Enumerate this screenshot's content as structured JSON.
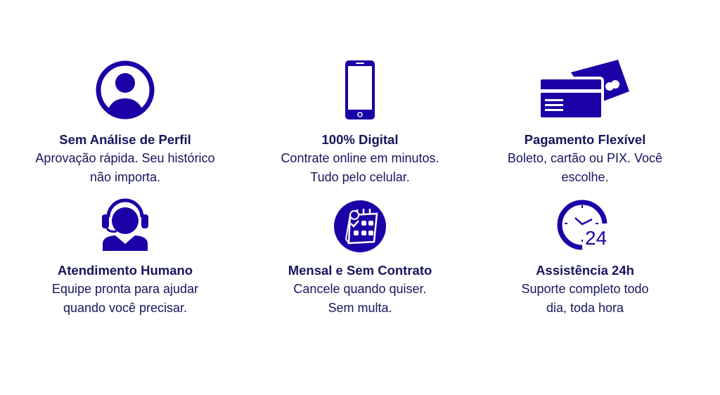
{
  "brand_color": "#1a00a6",
  "text_color": "#17155e",
  "features": [
    {
      "icon": "user-profile-icon",
      "title": "Sem Análise de Perfil",
      "lines": [
        "Aprovação rápida. Seu histórico",
        "não importa."
      ]
    },
    {
      "icon": "smartphone-icon",
      "title": "100% Digital",
      "lines": [
        "Contrate online em minutos.",
        "Tudo pelo celular."
      ]
    },
    {
      "icon": "credit-card-icon",
      "title": "Pagamento Flexível",
      "lines": [
        "Boleto, cartão ou PIX. Você",
        "escolhe."
      ]
    },
    {
      "icon": "headset-agent-icon",
      "title": "Atendimento Humano",
      "lines": [
        "Equipe pronta para ajudar",
        "quando você precisar."
      ]
    },
    {
      "icon": "calendar-check-icon",
      "title": "Mensal e Sem Contrato",
      "lines": [
        "Cancele quando quiser.",
        "Sem multa."
      ]
    },
    {
      "icon": "clock-24h-icon",
      "title": "Assistência 24h",
      "lines": [
        "Suporte completo todo",
        "dia, toda hora"
      ]
    }
  ]
}
